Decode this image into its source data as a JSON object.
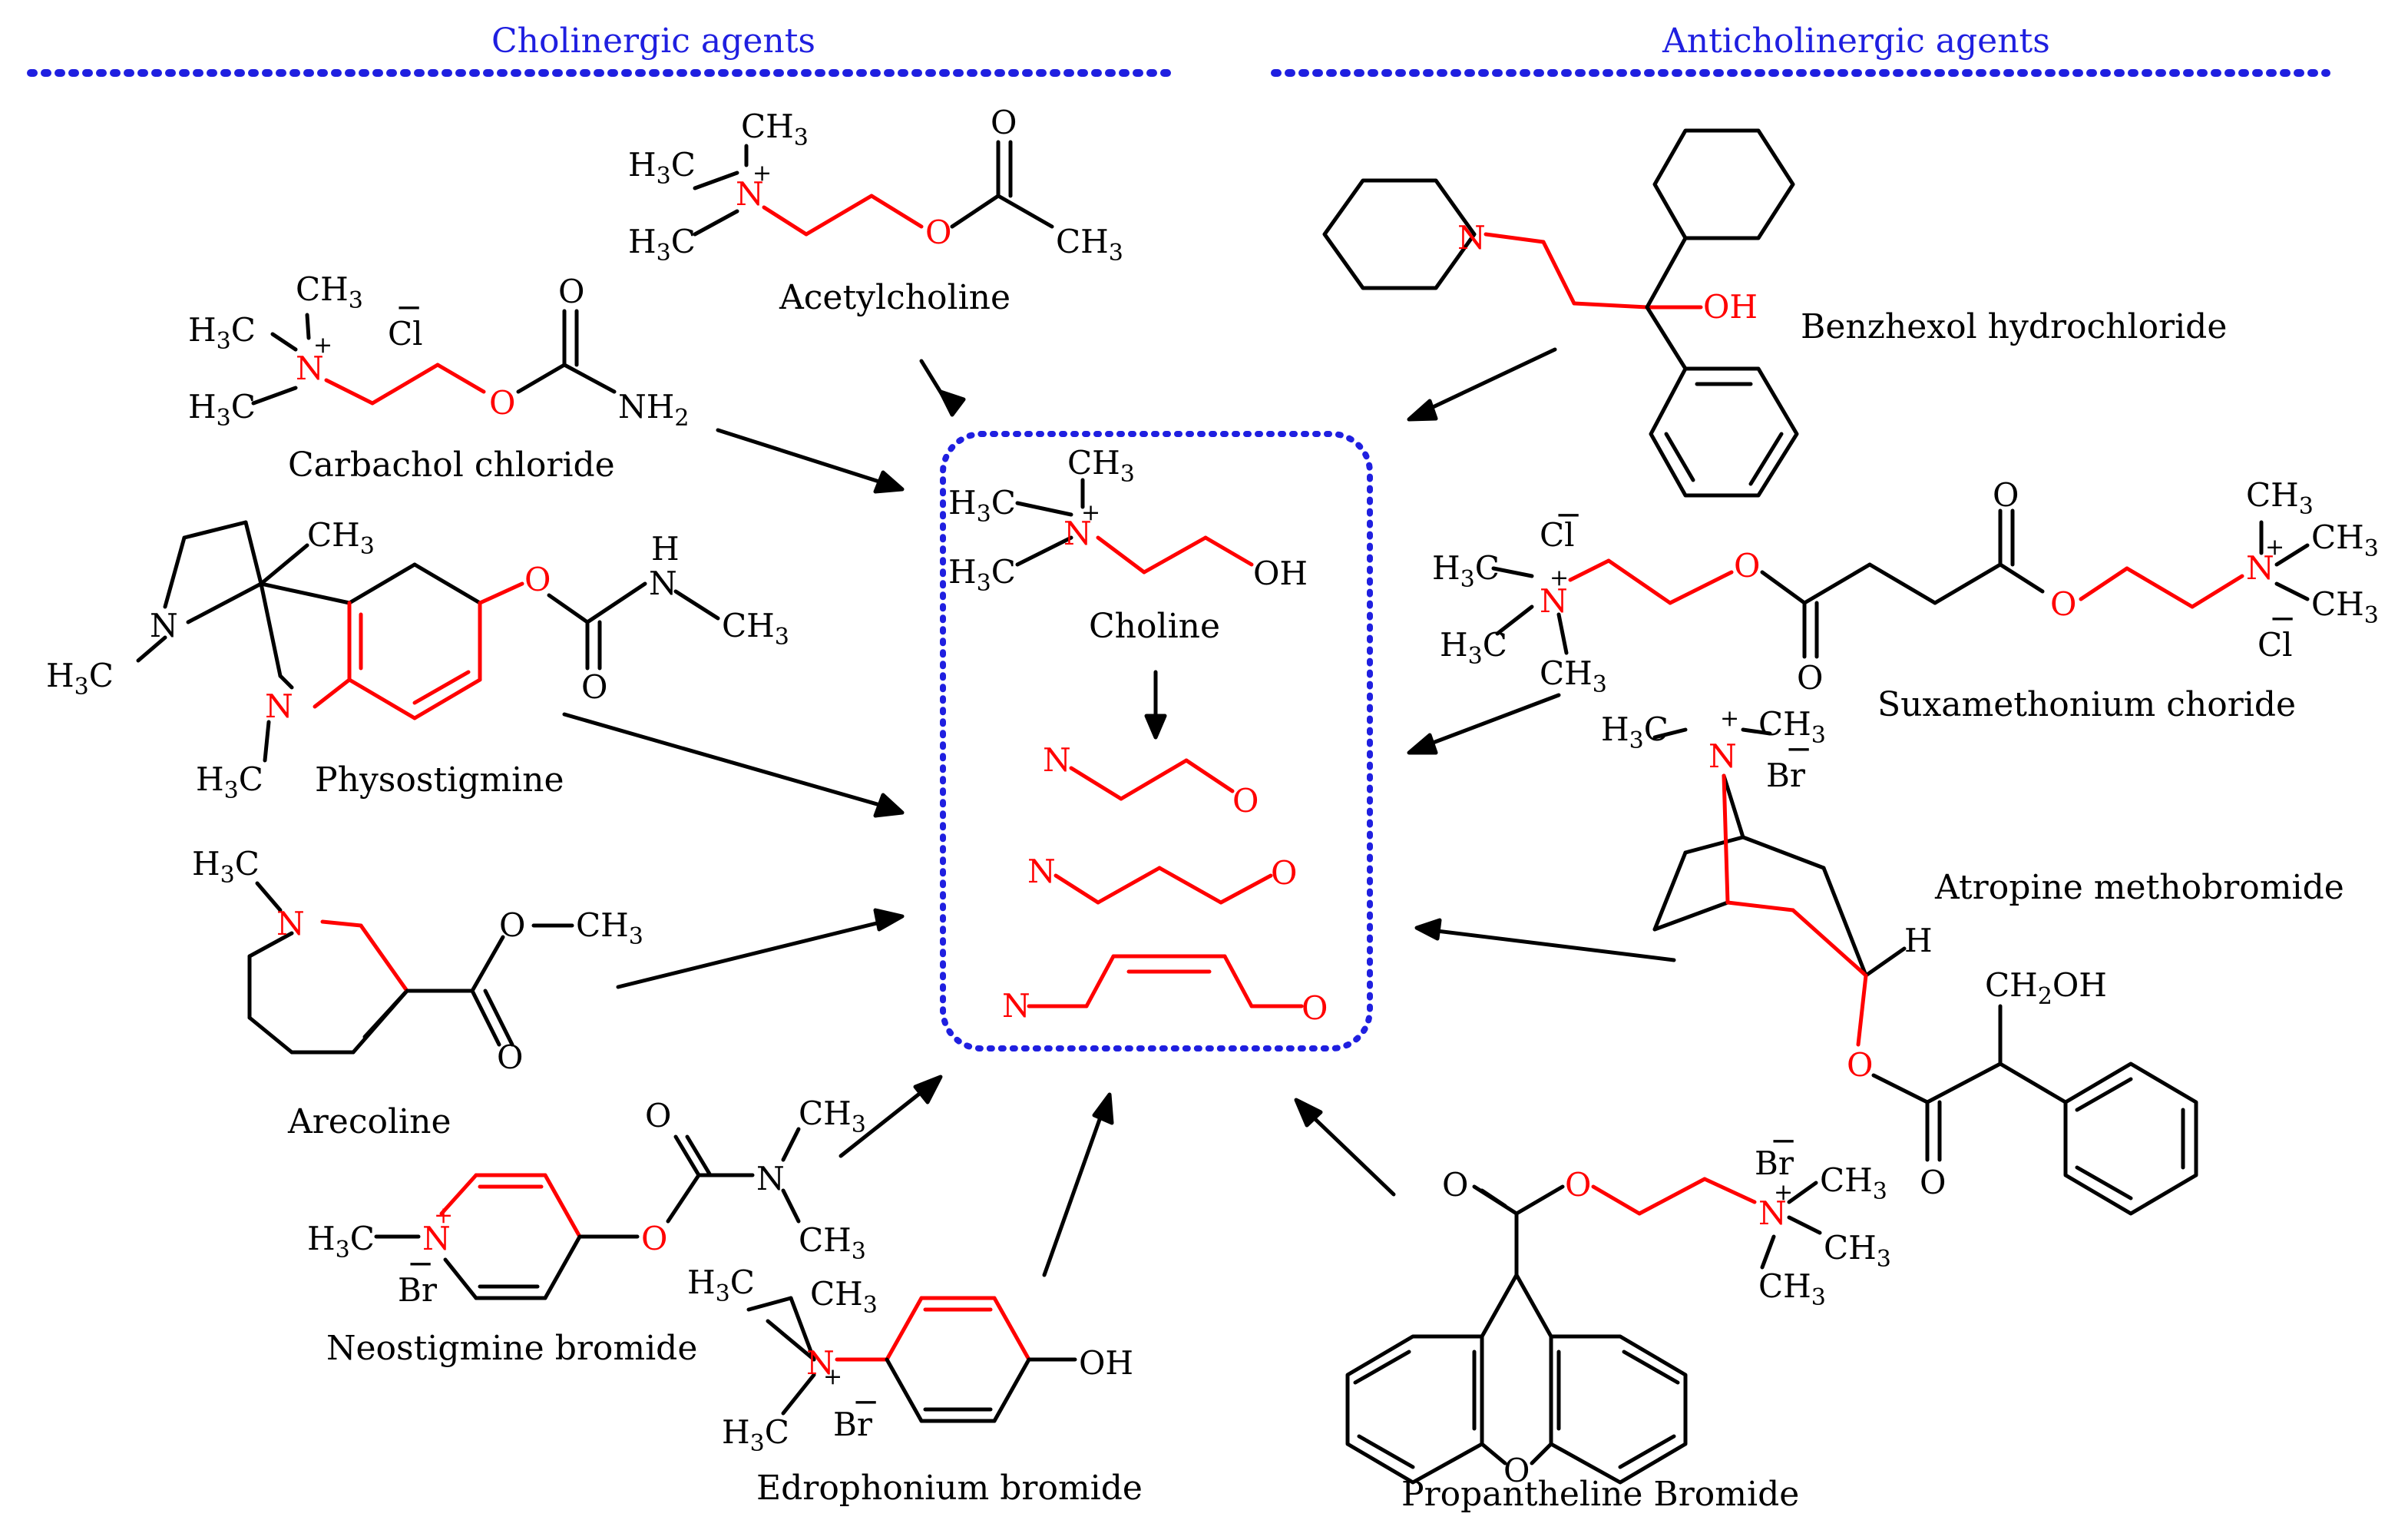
{
  "headings": {
    "left": "Cholinergic agents",
    "right": "Anticholinergic agents"
  },
  "compounds": {
    "acetylcholine": "Acetylcholine",
    "carbachol": "Carbachol chloride",
    "physostigmine": "Physostigmine",
    "arecoline": "Arecoline",
    "neostigmine": "Neostigmine bromide",
    "edrophonium": "Edrophonium bromide",
    "benzhexol": "Benzhexol hydrochloride",
    "suxamethonium": "Suxamethonium choride",
    "atropine": "Atropine methobromide",
    "propantheline": "Propantheline Bromide",
    "choline": "Choline"
  },
  "atoms": {
    "ch3": "CH3",
    "h3c": "H3C",
    "n": "N",
    "o": "O",
    "oh": "OH",
    "nh2": "NH2",
    "h": "H",
    "cl": "Cl",
    "br": "Br",
    "ch2oh": "CH2OH",
    "plus": "+",
    "minus": "−"
  },
  "colors": {
    "heading": "#1f1fe0",
    "pharmacophore": "#ff0000",
    "bond": "#000000",
    "box": "#1f1fe0"
  }
}
